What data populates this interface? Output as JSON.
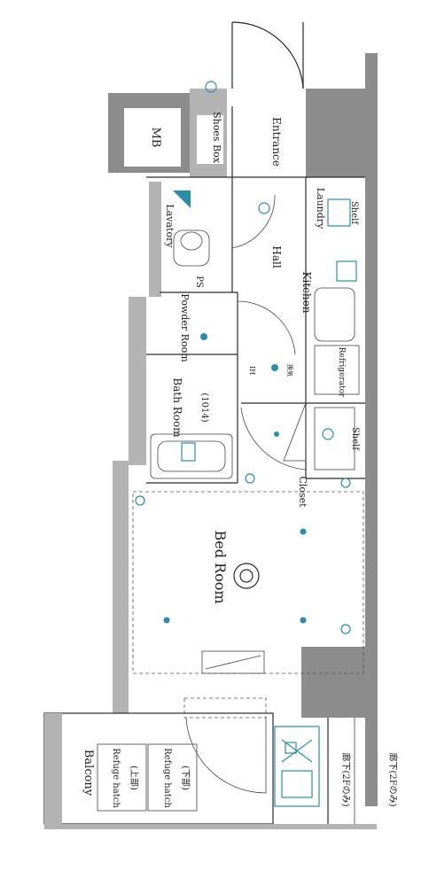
{
  "rooms": {
    "mb": "MB",
    "shoes_box": "Shoes Box",
    "entrance": "Entrance",
    "lavatory": "Lavatory",
    "laundry": "Laundry",
    "shelf_top": "Shelf",
    "ps": "PS",
    "hall": "Hall",
    "kitchen": "Kitchen",
    "powder_room": "Powder Room",
    "bath_room": "Bath Room",
    "bath_size": "(1014)",
    "refrigerator": "Refrigerator",
    "shelf_mid": "Shelf",
    "closet": "Closet",
    "bed_room": "Bed Room",
    "balcony": "Balcony",
    "refuge_hatch_left": "Refuge hatch",
    "refuge_hatch_left_sub": "(上部)",
    "refuge_hatch_right": "Refuge hatch",
    "refuge_hatch_right_sub": "(下部)",
    "corridor_1": "廊下(2Fのみ)",
    "corridor_2": "廊下(2Fのみ)"
  },
  "fixture_labels": {
    "ih": "IH",
    "fan": "換気"
  },
  "colors": {
    "wall": "#8c8c8c",
    "fixture": "#2a8fa6",
    "line": "#2a2a2a"
  }
}
